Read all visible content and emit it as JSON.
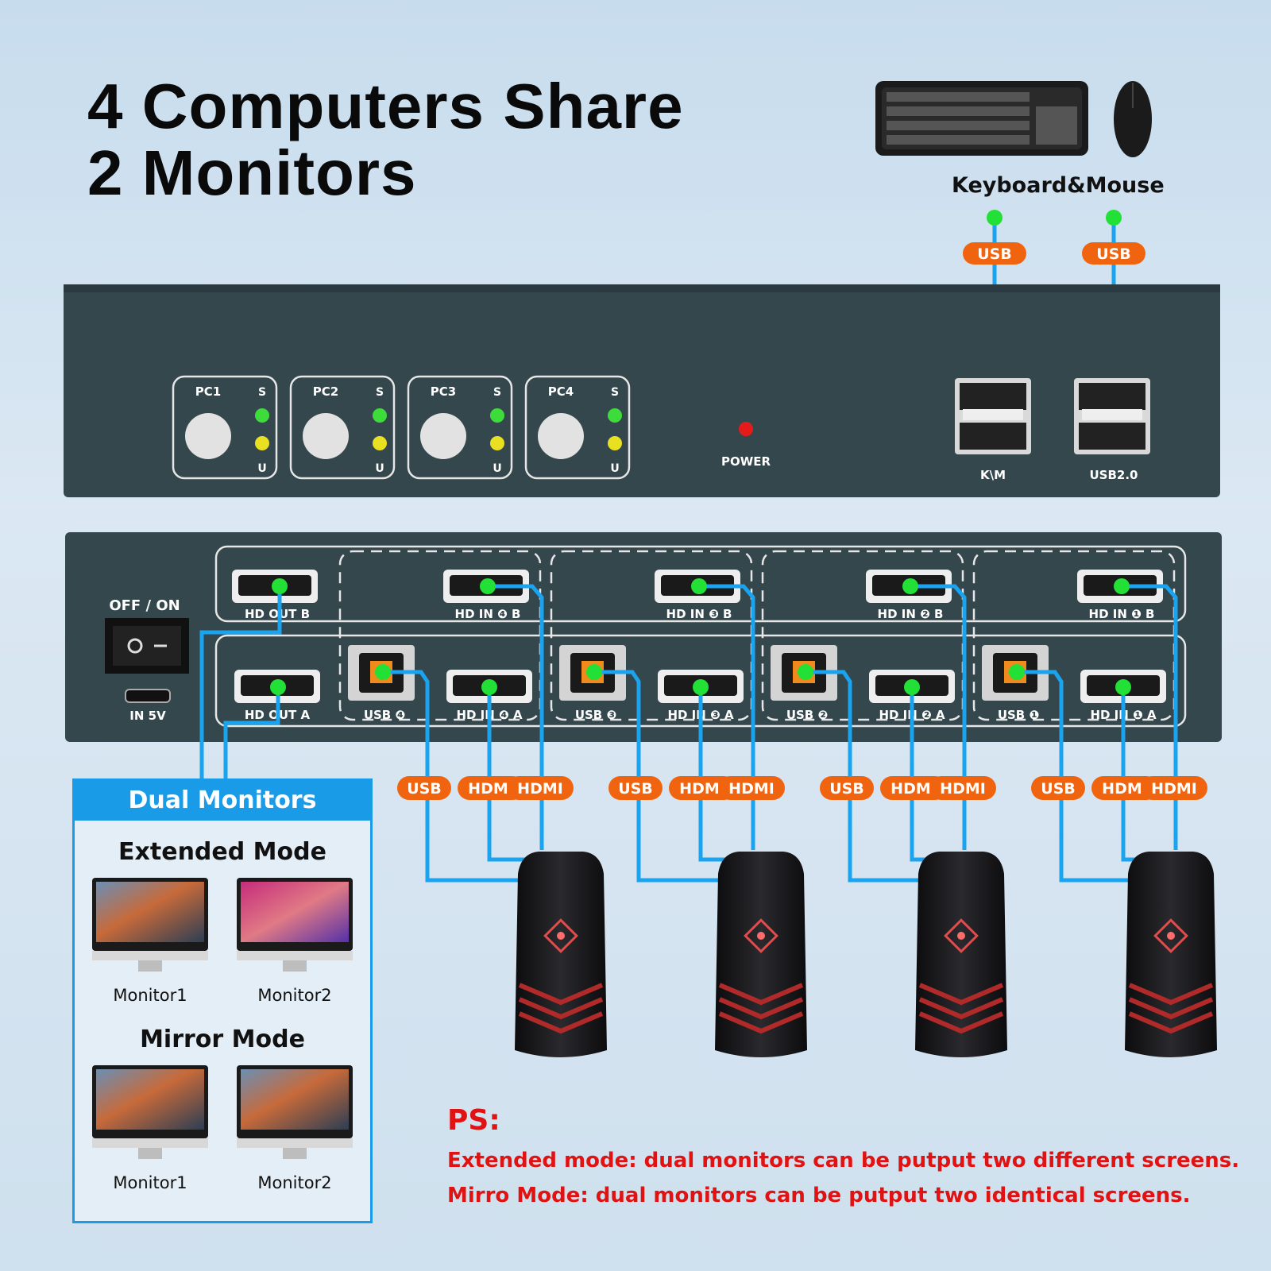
{
  "title": {
    "line1": "4 Computers Share",
    "line2": "2 Monitors"
  },
  "peripherals": {
    "label": "Keyboard&Mouse"
  },
  "front_panel": {
    "pcs": [
      {
        "label": "PC1",
        "s": "S",
        "u": "U"
      },
      {
        "label": "PC2",
        "s": "S",
        "u": "U"
      },
      {
        "label": "PC3",
        "s": "S",
        "u": "U"
      },
      {
        "label": "PC4",
        "s": "S",
        "u": "U"
      }
    ],
    "power": "POWER",
    "ports": {
      "km": "K\\M",
      "usb2": "USB2.0"
    }
  },
  "rear_panel": {
    "switch": "OFF / ON",
    "power_in": "IN 5V",
    "out_b": "HD OUT B",
    "out_a": "HD OUT A",
    "groups": [
      {
        "in_b": "HD IN ❹ B",
        "in_a": "HD IN ❹ A",
        "usb": "USB ❹"
      },
      {
        "in_b": "HD IN ❸ B",
        "in_a": "HD IN ❸ A",
        "usb": "USB ❸"
      },
      {
        "in_b": "HD IN ❷ B",
        "in_a": "HD IN ❷ A",
        "usb": "USB ❷"
      },
      {
        "in_b": "HD IN ❶ B",
        "in_a": "HD IN ❶ A",
        "usb": "USB ❶"
      }
    ]
  },
  "cable_labels": {
    "usb": "USB",
    "hdmi": "HDMI"
  },
  "dual_monitors": {
    "heading": "Dual Monitors",
    "extended": {
      "title": "Extended Mode",
      "monitor1": "Monitor1",
      "monitor2": "Monitor2"
    },
    "mirror": {
      "title": "Mirror Mode",
      "monitor1": "Monitor1",
      "monitor2": "Monitor2"
    }
  },
  "ps": {
    "heading": "PS:",
    "line1": "Extended mode: dual monitors can be putput two different screens.",
    "line2": "Mirro Mode:  dual monitors can be putput two identical screens."
  },
  "colors": {
    "panel": "#34474d",
    "cable": "#1aa3ef",
    "dot": "#22e035",
    "tag": "#f0640f",
    "ps_red": "#e01212"
  }
}
